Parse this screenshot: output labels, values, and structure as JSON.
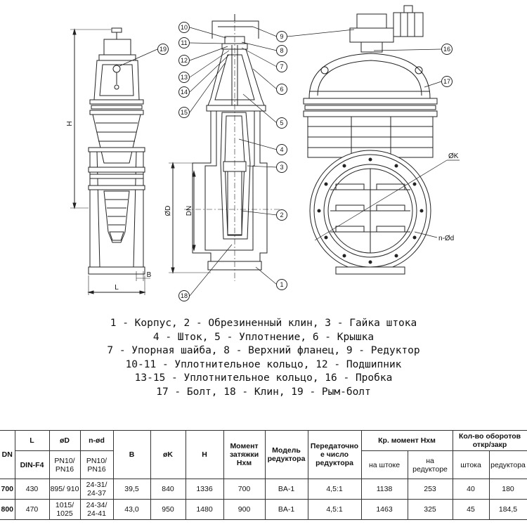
{
  "drawing": {
    "left_view": {
      "dims": [
        "H",
        "L",
        "B"
      ],
      "callouts": [
        "19"
      ]
    },
    "mid_view": {
      "dims": [
        "ØD",
        "DN"
      ],
      "callouts_left": [
        "10",
        "11",
        "12",
        "13",
        "14",
        "15",
        "18"
      ],
      "callouts_right": [
        "9",
        "8",
        "7",
        "6",
        "5",
        "4",
        "3",
        "2",
        "1"
      ]
    },
    "right_view": {
      "dims": [
        "ØK",
        "n-Ød"
      ],
      "callouts": [
        "16",
        "17"
      ]
    }
  },
  "legend": [
    "1 - Корпус, 2 - Обрезиненный клин, 3 - Гайка штока",
    "4 - Шток, 5 - Уплотнение, 6 - Крышка",
    "7 - Упорная шайба, 8 - Верхний фланец, 9 - Редуктор",
    "10-11 - Уплотнительное кольцо, 12 - Подшипник",
    "13-15 - Уплотнительное кольцо, 16 - Пробка",
    "17 - Болт, 18 - Клин, 19 - Рым-болт"
  ],
  "table": {
    "h_dn": "DN",
    "h_l": "L",
    "h_l_sub": "DIN-F4",
    "h_od": "øD",
    "h_od_sub": "PN10/ PN16",
    "h_nd": "n-ød",
    "h_nd_sub": "PN10/ PN16",
    "h_b": "B",
    "h_ok": "øK",
    "h_h": "H",
    "h_moment": "Момент затяжки Нхм",
    "h_model": "Модель редуктора",
    "h_ratio": "Передаточно е число редуктора",
    "h_cr": "Кр. момент Нхм",
    "h_cr_stem": "на штоке",
    "h_cr_red": "на редукторе",
    "h_turns": "Кол-во оборотов откр/закр",
    "h_turns_stem": "штока",
    "h_turns_red": "редуктора",
    "rows": [
      {
        "dn": "700",
        "l": "430",
        "od": "895/ 910",
        "nd": "24-31/ 24-37",
        "b": "39,5",
        "ok": "840",
        "h": "1336",
        "moment": "700",
        "model": "BA-1",
        "ratio": "4,5:1",
        "cr_stem": "1138",
        "cr_red": "253",
        "t_stem": "40",
        "t_red": "180"
      },
      {
        "dn": "800",
        "l": "470",
        "od": "1015/ 1025",
        "nd": "24-34/ 24-41",
        "b": "43,0",
        "ok": "950",
        "h": "1480",
        "moment": "900",
        "model": "BA-1",
        "ratio": "4,5:1",
        "cr_stem": "1463",
        "cr_red": "325",
        "t_stem": "45",
        "t_red": "184,5"
      }
    ]
  }
}
